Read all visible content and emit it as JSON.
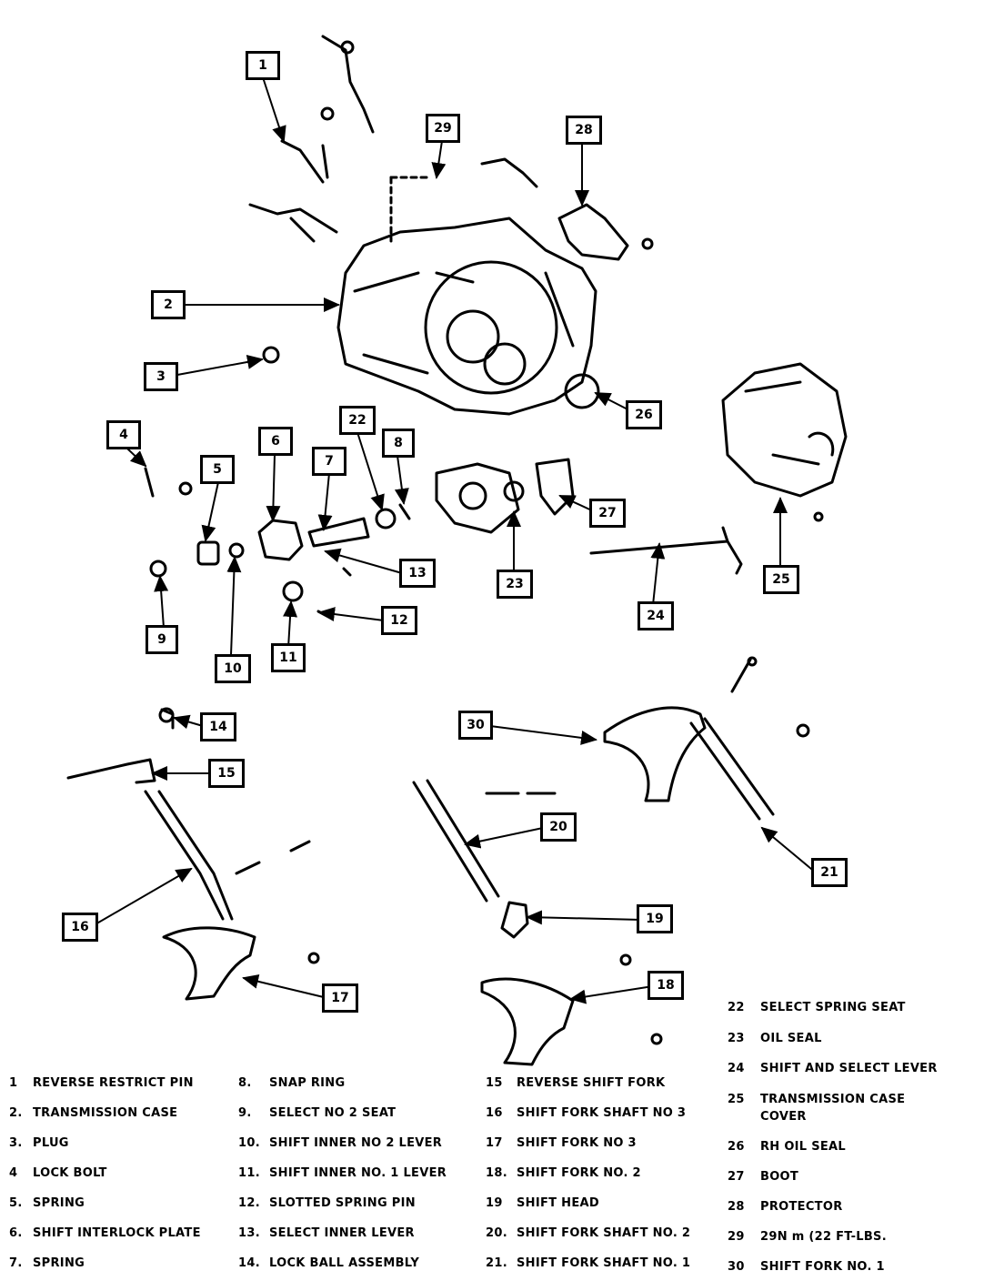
{
  "callouts": [
    {
      "id": "c1",
      "label": "1"
    },
    {
      "id": "c2",
      "label": "2"
    },
    {
      "id": "c3",
      "label": "3"
    },
    {
      "id": "c4",
      "label": "4"
    },
    {
      "id": "c5",
      "label": "5"
    },
    {
      "id": "c6",
      "label": "6"
    },
    {
      "id": "c7",
      "label": "7"
    },
    {
      "id": "c8",
      "label": "8"
    },
    {
      "id": "c9",
      "label": "9"
    },
    {
      "id": "c10",
      "label": "10"
    },
    {
      "id": "c11",
      "label": "11"
    },
    {
      "id": "c12",
      "label": "12"
    },
    {
      "id": "c13",
      "label": "13"
    },
    {
      "id": "c14",
      "label": "14"
    },
    {
      "id": "c15",
      "label": "15"
    },
    {
      "id": "c16",
      "label": "16"
    },
    {
      "id": "c17",
      "label": "17"
    },
    {
      "id": "c18",
      "label": "18"
    },
    {
      "id": "c19",
      "label": "19"
    },
    {
      "id": "c20",
      "label": "20"
    },
    {
      "id": "c21",
      "label": "21"
    },
    {
      "id": "c22",
      "label": "22"
    },
    {
      "id": "c23",
      "label": "23"
    },
    {
      "id": "c24",
      "label": "24"
    },
    {
      "id": "c25",
      "label": "25"
    },
    {
      "id": "c26",
      "label": "26"
    },
    {
      "id": "c27",
      "label": "27"
    },
    {
      "id": "c28",
      "label": "28"
    },
    {
      "id": "c29",
      "label": "29"
    },
    {
      "id": "c30",
      "label": "30"
    }
  ],
  "legend": [
    {
      "num": "1",
      "text": "REVERSE RESTRICT PIN"
    },
    {
      "num": "2.",
      "text": "TRANSMISSION CASE"
    },
    {
      "num": "3.",
      "text": "PLUG"
    },
    {
      "num": "4",
      "text": "LOCK BOLT"
    },
    {
      "num": "5.",
      "text": "SPRING"
    },
    {
      "num": "6.",
      "text": "SHIFT INTERLOCK PLATE"
    },
    {
      "num": "7.",
      "text": "SPRING"
    },
    {
      "num": "8.",
      "text": "SNAP RING"
    },
    {
      "num": "9.",
      "text": "SELECT NO 2 SEAT"
    },
    {
      "num": "10.",
      "text": "SHIFT INNER NO 2 LEVER"
    },
    {
      "num": "11.",
      "text": "SHIFT INNER NO. 1 LEVER"
    },
    {
      "num": "12.",
      "text": "SLOTTED SPRING PIN"
    },
    {
      "num": "13.",
      "text": "SELECT INNER LEVER"
    },
    {
      "num": "14.",
      "text": "LOCK BALL ASSEMBLY"
    },
    {
      "num": "15",
      "text": "REVERSE SHIFT FORK"
    },
    {
      "num": "16",
      "text": "SHIFT FORK SHAFT NO 3"
    },
    {
      "num": "17",
      "text": "SHIFT FORK NO 3"
    },
    {
      "num": "18.",
      "text": "SHIFT FORK NO. 2"
    },
    {
      "num": "19",
      "text": "SHIFT HEAD"
    },
    {
      "num": "20.",
      "text": "SHIFT FORK SHAFT NO. 2"
    },
    {
      "num": "21.",
      "text": "SHIFT FORK SHAFT NO. 1"
    },
    {
      "num": "22",
      "text": "SELECT SPRING SEAT"
    },
    {
      "num": "23",
      "text": "OIL SEAL"
    },
    {
      "num": "24",
      "text": "SHIFT AND SELECT LEVER"
    },
    {
      "num": "25",
      "text": "TRANSMISSION CASE"
    },
    {
      "num": "",
      "text": "COVER"
    },
    {
      "num": "26",
      "text": "RH OIL SEAL"
    },
    {
      "num": "27",
      "text": "BOOT"
    },
    {
      "num": "28",
      "text": "PROTECTOR"
    },
    {
      "num": "29",
      "text": "29N m (22 FT-LBS."
    },
    {
      "num": "30",
      "text": "SHIFT FORK NO. 1"
    }
  ]
}
